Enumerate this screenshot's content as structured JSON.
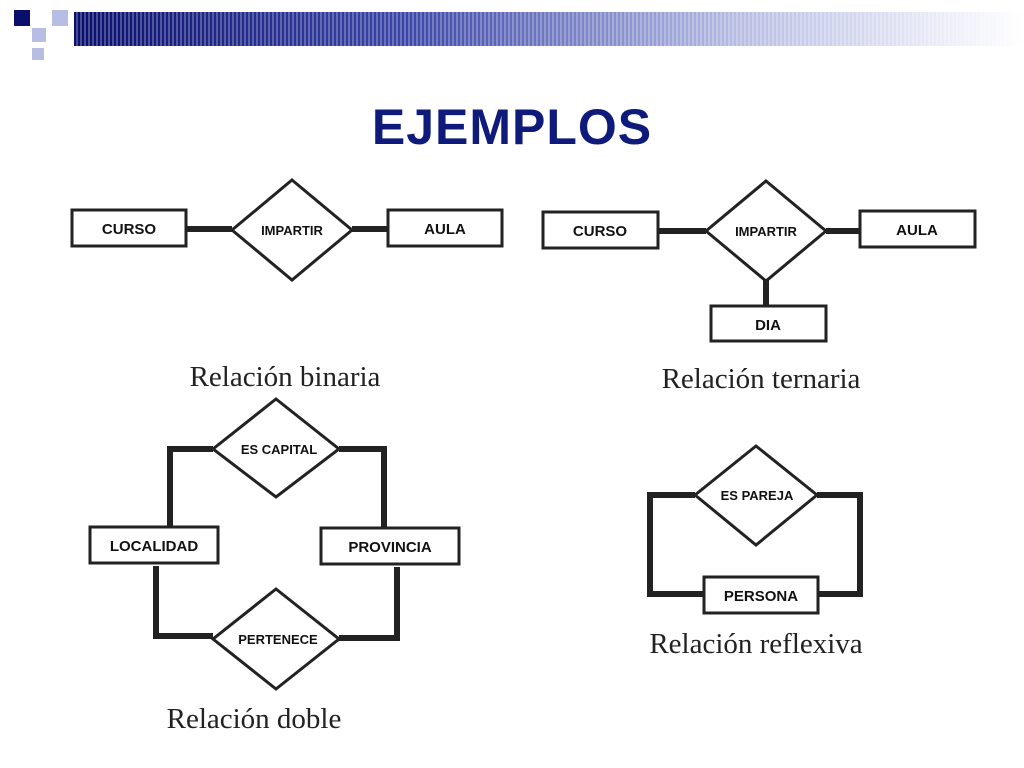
{
  "title": "EJEMPLOS",
  "colors": {
    "title": "#0f1b7a",
    "header_dark": "#0a0f6e",
    "header_light": "#ffffff",
    "lines": "#222222"
  },
  "binary": {
    "left": "CURSO",
    "relation": "IMPARTIR",
    "right": "AULA",
    "caption": "Relación binaria"
  },
  "ternary": {
    "left": "CURSO",
    "relation": "IMPARTIR",
    "right": "AULA",
    "bottom": "DIA",
    "caption": "Relación ternaria"
  },
  "double": {
    "top_relation": "ES CAPITAL",
    "left": "LOCALIDAD",
    "right": "PROVINCIA",
    "bottom_relation": "PERTENECE",
    "caption": "Relación doble"
  },
  "reflexive": {
    "relation": "ES PAREJA",
    "entity": "PERSONA",
    "caption": "Relación reflexiva"
  }
}
